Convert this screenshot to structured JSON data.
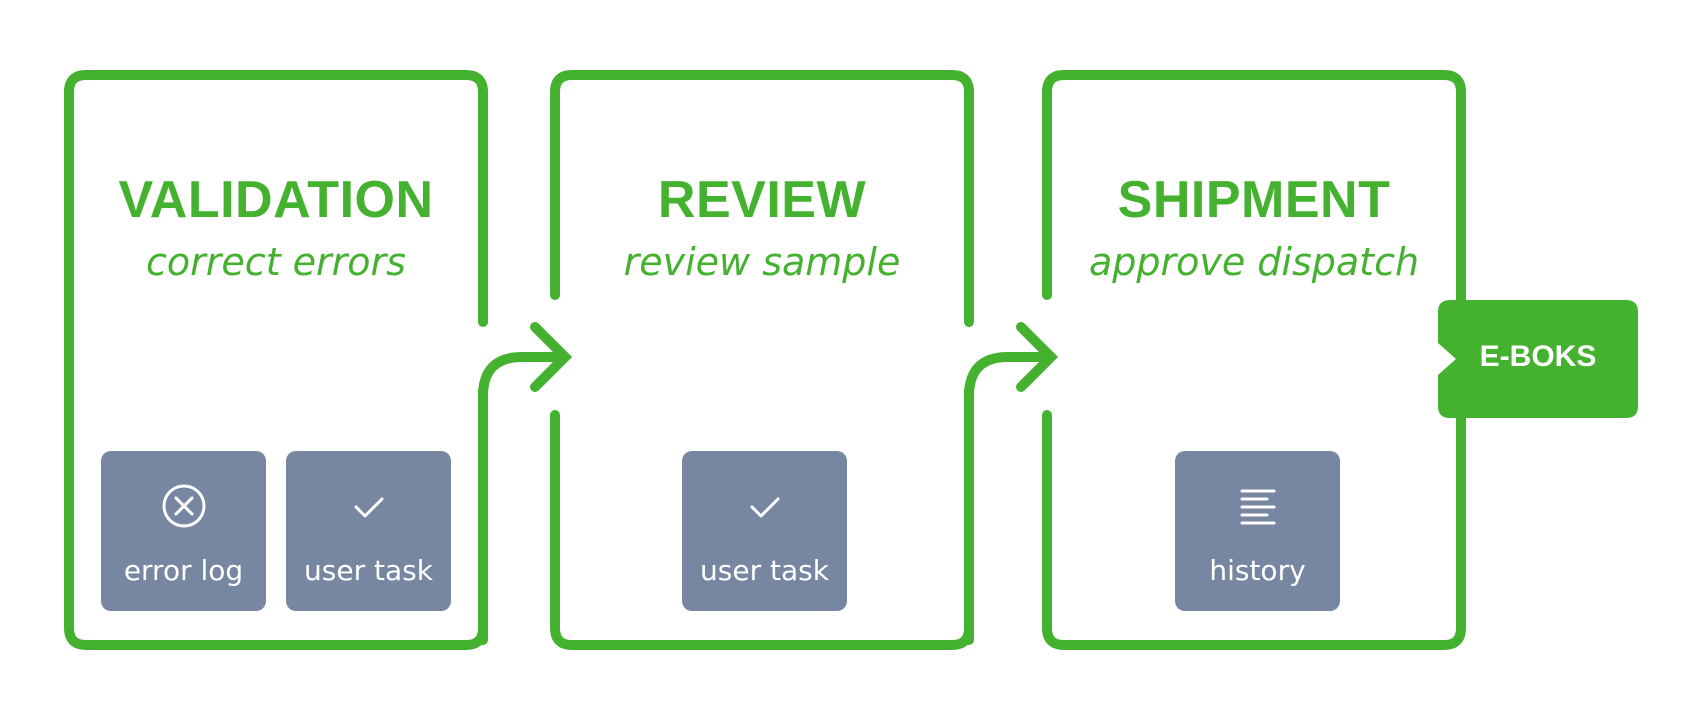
{
  "colors": {
    "accent": "#44b12f",
    "tile": "#7786a1",
    "text_on_tile": "#ffffff"
  },
  "stages": [
    {
      "title": "VALIDATION",
      "subtitle": "correct errors",
      "tiles": [
        {
          "label": "error log",
          "icon": "circle-x-icon"
        },
        {
          "label": "user task",
          "icon": "check-icon"
        }
      ]
    },
    {
      "title": "REVIEW",
      "subtitle": "review sample",
      "tiles": [
        {
          "label": "user task",
          "icon": "check-icon"
        }
      ]
    },
    {
      "title": "SHIPMENT",
      "subtitle": "approve dispatch",
      "tiles": [
        {
          "label": "history",
          "icon": "list-lines-icon"
        }
      ]
    }
  ],
  "output": {
    "label": "E-BOKS"
  }
}
